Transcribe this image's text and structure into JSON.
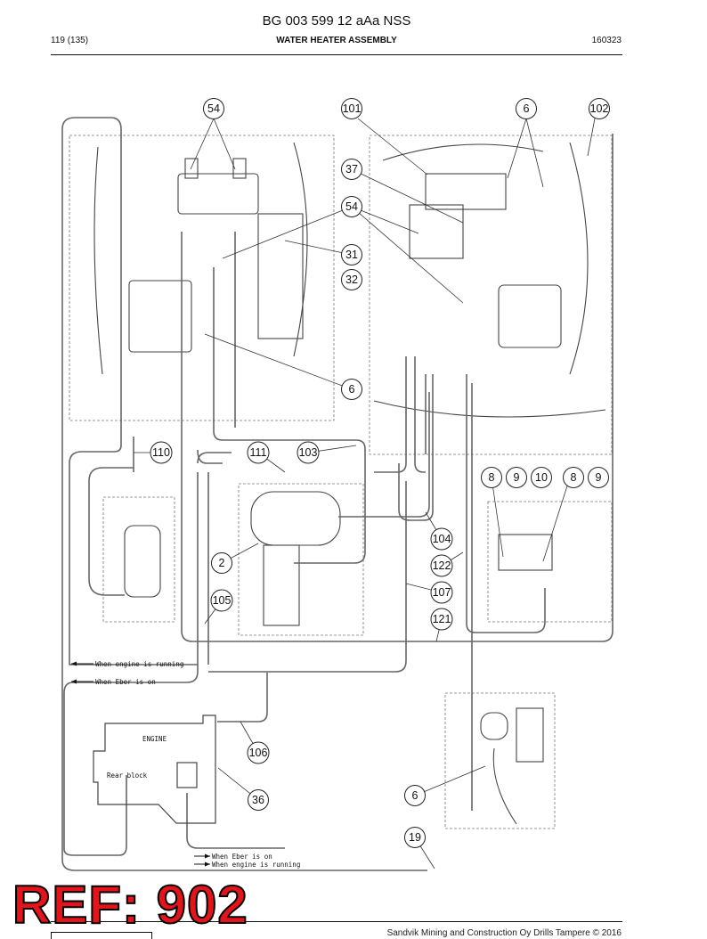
{
  "header": {
    "doc_code": "BG 003 599 12 aAa NSS",
    "page": "119 (135)",
    "title": "WATER HEATER ASSEMBLY",
    "date_code": "160323"
  },
  "callouts": [
    "54",
    "101",
    "6",
    "102",
    "37",
    "54",
    "31",
    "32",
    "6",
    "110",
    "111",
    "103",
    "8",
    "9",
    "10",
    "8",
    "9",
    "104",
    "2",
    "122",
    "107",
    "105",
    "121",
    "106",
    "36",
    "6",
    "19"
  ],
  "notes": {
    "engine_running_1": "When engine is running",
    "eber_on_1": "When Eber is on",
    "engine": "ENGINE",
    "rear_block": "Rear block",
    "eber_on_2": "When Eber is on",
    "engine_running_2": "When engine is running"
  },
  "stamp": {
    "text": "REF: 902",
    "color": "#e3141a"
  },
  "footer": {
    "copyright": "Sandvik Mining and Construction Oy Drills Tampere © 2016"
  }
}
